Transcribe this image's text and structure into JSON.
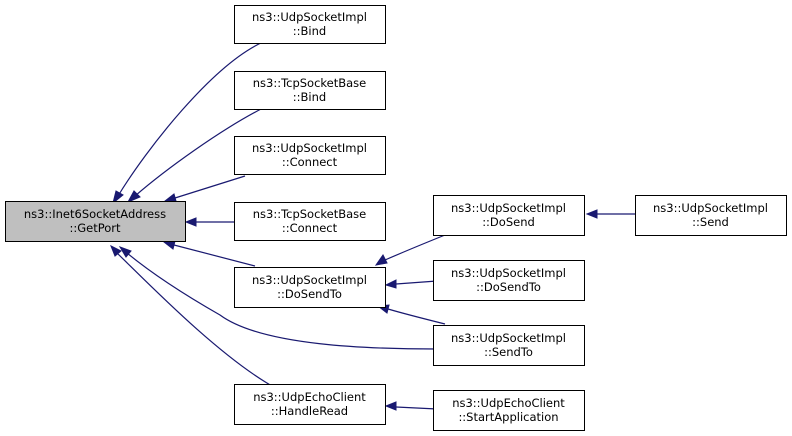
{
  "nodes": [
    {
      "id": "root",
      "line1": "ns3::Inet6SocketAddress",
      "line2": "::GetPort",
      "root": true
    },
    {
      "id": "udpBind",
      "line1": "ns3::UdpSocketImpl",
      "line2": "::Bind"
    },
    {
      "id": "tcpBind",
      "line1": "ns3::TcpSocketBase",
      "line2": "::Bind"
    },
    {
      "id": "udpConnect",
      "line1": "ns3::UdpSocketImpl",
      "line2": "::Connect"
    },
    {
      "id": "tcpConnect",
      "line1": "ns3::TcpSocketBase",
      "line2": "::Connect"
    },
    {
      "id": "udpDoSendTo",
      "line1": "ns3::UdpSocketImpl",
      "line2": "::DoSendTo"
    },
    {
      "id": "echoHandleRead",
      "line1": "ns3::UdpEchoClient",
      "line2": "::HandleRead"
    },
    {
      "id": "udpDoSend",
      "line1": "ns3::UdpSocketImpl",
      "line2": "::DoSend"
    },
    {
      "id": "udpDoSendTo2",
      "line1": "ns3::UdpSocketImpl",
      "line2": "::DoSendTo"
    },
    {
      "id": "udpSendTo",
      "line1": "ns3::UdpSocketImpl",
      "line2": "::SendTo"
    },
    {
      "id": "echoStart",
      "line1": "ns3::UdpEchoClient",
      "line2": "::StartApplication"
    },
    {
      "id": "udpSend",
      "line1": "ns3::UdpSocketImpl",
      "line2": "::Send"
    }
  ],
  "edges": [
    {
      "from": "udpBind",
      "to": "root"
    },
    {
      "from": "tcpBind",
      "to": "root"
    },
    {
      "from": "udpConnect",
      "to": "root"
    },
    {
      "from": "tcpConnect",
      "to": "root"
    },
    {
      "from": "udpDoSendTo",
      "to": "root"
    },
    {
      "from": "udpSendTo",
      "to": "root"
    },
    {
      "from": "echoHandleRead",
      "to": "root"
    },
    {
      "from": "udpDoSend",
      "to": "udpDoSendTo"
    },
    {
      "from": "udpDoSendTo2",
      "to": "udpDoSendTo"
    },
    {
      "from": "udpSendTo",
      "to": "udpDoSendTo"
    },
    {
      "from": "udpSend",
      "to": "udpDoSend"
    },
    {
      "from": "echoStart",
      "to": "echoHandleRead"
    }
  ],
  "colors": {
    "edge": "#191970",
    "root_fill": "#bfbfbf",
    "node_fill": "#ffffff",
    "node_border": "#000000"
  }
}
